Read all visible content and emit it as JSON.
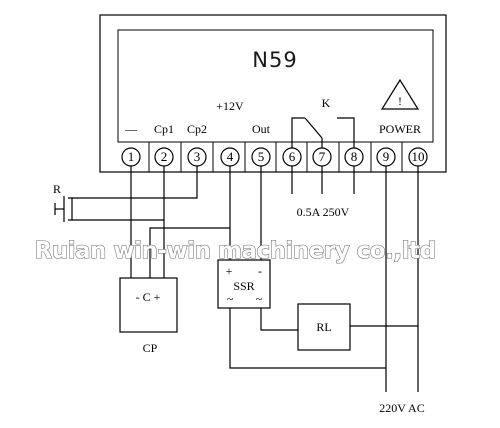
{
  "device": {
    "title": "N59",
    "terminal_labels": [
      "—",
      "Cp1",
      "Cp2",
      "+12V",
      "Out"
    ],
    "relay_label": "K",
    "relay_rating": "0.5A 250V",
    "power_label": "POWER",
    "warning_symbol": "!",
    "terminals": [
      "1",
      "2",
      "3",
      "4",
      "5",
      "6",
      "7",
      "8",
      "9",
      "10"
    ]
  },
  "components": {
    "switch_label": "R",
    "cp_box": "- C +",
    "cp_label": "CP",
    "ssr_plus": "+",
    "ssr_minus": "-",
    "ssr_label": "SSR",
    "ssr_ac_left": "~",
    "ssr_ac_right": "~",
    "rl_label": "RL",
    "supply_label": "220V AC"
  },
  "watermark": "Ruian win-win machinery co.,ltd"
}
